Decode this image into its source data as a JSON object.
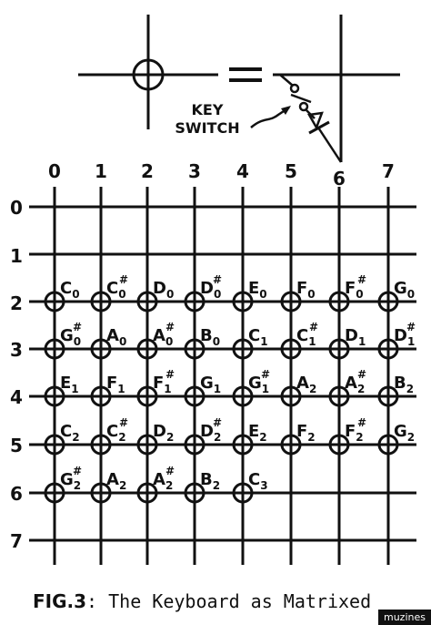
{
  "key_switch_label": [
    "KEY",
    "SWITCH"
  ],
  "column_labels": [
    "0",
    "1",
    "2",
    "3",
    "4",
    "5",
    "6",
    "7"
  ],
  "row_labels": [
    "0",
    "1",
    "2",
    "3",
    "4",
    "5",
    "6",
    "7"
  ],
  "keys": [
    {
      "row": 2,
      "col": 0,
      "note": "C",
      "sharp": false,
      "octave": "0"
    },
    {
      "row": 2,
      "col": 1,
      "note": "C",
      "sharp": true,
      "octave": "0"
    },
    {
      "row": 2,
      "col": 2,
      "note": "D",
      "sharp": false,
      "octave": "0"
    },
    {
      "row": 2,
      "col": 3,
      "note": "D",
      "sharp": true,
      "octave": "0"
    },
    {
      "row": 2,
      "col": 4,
      "note": "E",
      "sharp": false,
      "octave": "0"
    },
    {
      "row": 2,
      "col": 5,
      "note": "F",
      "sharp": false,
      "octave": "0"
    },
    {
      "row": 2,
      "col": 6,
      "note": "F",
      "sharp": true,
      "octave": "0"
    },
    {
      "row": 2,
      "col": 7,
      "note": "G",
      "sharp": false,
      "octave": "0"
    },
    {
      "row": 3,
      "col": 0,
      "note": "G",
      "sharp": true,
      "octave": "0"
    },
    {
      "row": 3,
      "col": 1,
      "note": "A",
      "sharp": false,
      "octave": "0"
    },
    {
      "row": 3,
      "col": 2,
      "note": "A",
      "sharp": true,
      "octave": "0"
    },
    {
      "row": 3,
      "col": 3,
      "note": "B",
      "sharp": false,
      "octave": "0"
    },
    {
      "row": 3,
      "col": 4,
      "note": "C",
      "sharp": false,
      "octave": "1"
    },
    {
      "row": 3,
      "col": 5,
      "note": "C",
      "sharp": true,
      "octave": "1"
    },
    {
      "row": 3,
      "col": 6,
      "note": "D",
      "sharp": false,
      "octave": "1"
    },
    {
      "row": 3,
      "col": 7,
      "note": "D",
      "sharp": true,
      "octave": "1"
    },
    {
      "row": 4,
      "col": 0,
      "note": "E",
      "sharp": false,
      "octave": "1"
    },
    {
      "row": 4,
      "col": 1,
      "note": "F",
      "sharp": false,
      "octave": "1"
    },
    {
      "row": 4,
      "col": 2,
      "note": "F",
      "sharp": true,
      "octave": "1"
    },
    {
      "row": 4,
      "col": 3,
      "note": "G",
      "sharp": false,
      "octave": "1"
    },
    {
      "row": 4,
      "col": 4,
      "note": "G",
      "sharp": true,
      "octave": "1"
    },
    {
      "row": 4,
      "col": 5,
      "note": "A",
      "sharp": false,
      "octave": "2"
    },
    {
      "row": 4,
      "col": 6,
      "note": "A",
      "sharp": true,
      "octave": "2"
    },
    {
      "row": 4,
      "col": 7,
      "note": "B",
      "sharp": false,
      "octave": "2"
    },
    {
      "row": 5,
      "col": 0,
      "note": "C",
      "sharp": false,
      "octave": "2"
    },
    {
      "row": 5,
      "col": 1,
      "note": "C",
      "sharp": true,
      "octave": "2"
    },
    {
      "row": 5,
      "col": 2,
      "note": "D",
      "sharp": false,
      "octave": "2"
    },
    {
      "row": 5,
      "col": 3,
      "note": "D",
      "sharp": true,
      "octave": "2"
    },
    {
      "row": 5,
      "col": 4,
      "note": "E",
      "sharp": false,
      "octave": "2"
    },
    {
      "row": 5,
      "col": 5,
      "note": "F",
      "sharp": false,
      "octave": "2"
    },
    {
      "row": 5,
      "col": 6,
      "note": "F",
      "sharp": true,
      "octave": "2"
    },
    {
      "row": 5,
      "col": 7,
      "note": "G",
      "sharp": false,
      "octave": "2"
    },
    {
      "row": 6,
      "col": 0,
      "note": "G",
      "sharp": true,
      "octave": "2"
    },
    {
      "row": 6,
      "col": 1,
      "note": "A",
      "sharp": false,
      "octave": "2"
    },
    {
      "row": 6,
      "col": 2,
      "note": "A",
      "sharp": true,
      "octave": "2"
    },
    {
      "row": 6,
      "col": 3,
      "note": "B",
      "sharp": false,
      "octave": "2"
    },
    {
      "row": 6,
      "col": 4,
      "note": "C",
      "sharp": false,
      "octave": "3"
    }
  ],
  "sharp_symbol": "#",
  "caption": {
    "figure": "FIG.3",
    "text": ": The Keyboard as Matrixed"
  },
  "watermark": "muzines"
}
